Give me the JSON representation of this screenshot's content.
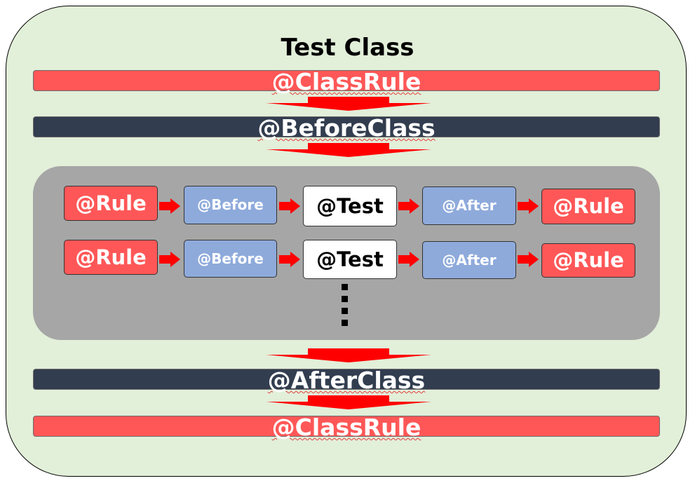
{
  "diagram": {
    "title": "Test Class",
    "class_rule_top": "@ClassRule",
    "before_class": "@BeforeClass",
    "after_class": "@AfterClass",
    "class_rule_bottom": "@ClassRule",
    "rows": [
      {
        "rule_in": "@Rule",
        "before": "@Before",
        "test": "@Test",
        "after": "@After",
        "rule_out": "@Rule"
      },
      {
        "rule_in": "@Rule",
        "before": "@Before",
        "test": "@Test",
        "after": "@After",
        "rule_out": "@Rule"
      }
    ],
    "colors": {
      "outer_background": "#e2efd9",
      "rule_red": "#ff5757",
      "class_navy": "#323d4f",
      "panel_gray": "#a6a6a6",
      "before_after_blue": "#8eaadb",
      "arrow_red": "#ff0000"
    }
  }
}
